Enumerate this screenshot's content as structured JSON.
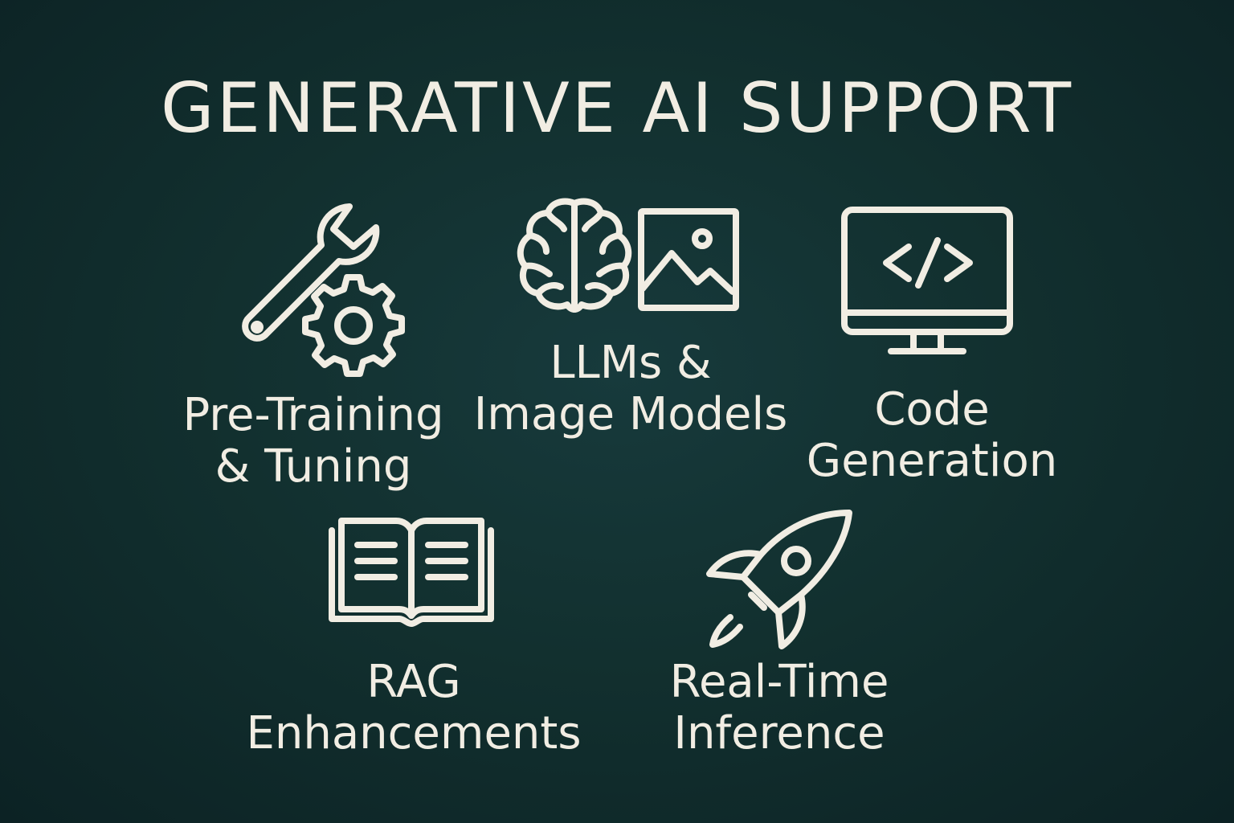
{
  "title": "GENERATIVE AI SUPPORT",
  "colors": {
    "background": "#12302f",
    "foreground": "#f1ede3"
  },
  "items": [
    {
      "icon": "wrench-gear-icon",
      "lines": [
        "Pre-Training",
        "& Tuning"
      ]
    },
    {
      "icon": "brain-image-icon",
      "lines": [
        "LLMs &",
        "Image Models"
      ]
    },
    {
      "icon": "monitor-code-icon",
      "lines": [
        "Code",
        "Generation"
      ]
    },
    {
      "icon": "open-book-icon",
      "lines": [
        "RAG",
        "Enhancements"
      ]
    },
    {
      "icon": "rocket-icon",
      "lines": [
        "Real-Time",
        "Inference"
      ]
    }
  ]
}
